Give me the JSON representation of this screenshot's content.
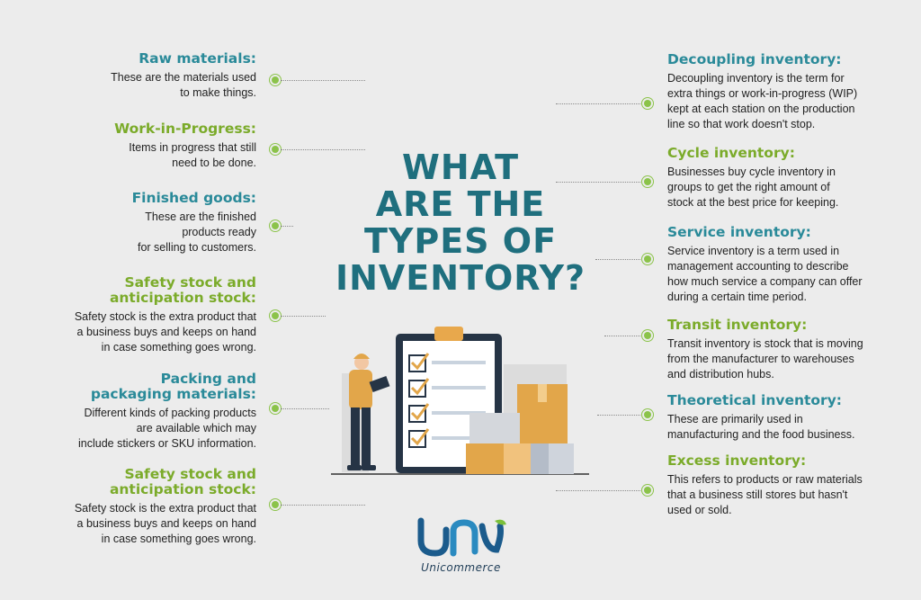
{
  "title": {
    "line1": "WHAT",
    "line2": "ARE THE",
    "line3": "TYPES OF",
    "line4": "INVENTORY?"
  },
  "colors": {
    "teal": "#2a8a99",
    "green": "#7bab2a",
    "title": "#1f6f7e",
    "dot": "#8bc34a",
    "box": "#e2a64a"
  },
  "left_items": [
    {
      "heading": "Raw materials:",
      "lines": [
        "These are the materials used",
        "to make things."
      ]
    },
    {
      "heading": "Work-in-Progress:",
      "lines": [
        "Items in progress that still",
        "need to be done."
      ]
    },
    {
      "heading": "Finished goods:",
      "lines": [
        "These are the finished",
        "products ready",
        "for selling to customers."
      ]
    },
    {
      "heading_lines": [
        "Safety stock and",
        "anticipation stock:"
      ],
      "lines": [
        "Safety stock is the extra product that",
        "a business buys and keeps on hand",
        "in case something goes wrong."
      ]
    },
    {
      "heading_lines": [
        "Packing and",
        "packaging materials:"
      ],
      "lines": [
        "Different kinds of packing products",
        "are available which may",
        "include stickers or SKU information."
      ]
    },
    {
      "heading_lines": [
        "Safety stock and",
        "anticipation stock:"
      ],
      "lines": [
        "Safety stock is the extra product that",
        "a business buys and keeps on hand",
        "in case something goes wrong."
      ]
    }
  ],
  "right_items": [
    {
      "heading": "Decoupling inventory:",
      "lines": [
        "Decoupling inventory is the term for",
        "extra things or work-in-progress (WIP)",
        "kept at each station on the production",
        "line so that work doesn't stop."
      ]
    },
    {
      "heading": "Cycle inventory:",
      "lines": [
        "Businesses buy cycle inventory in",
        "groups to get the right amount of",
        "stock at the best price for keeping."
      ]
    },
    {
      "heading": "Service inventory:",
      "lines": [
        "Service inventory is a term used in",
        "management accounting to describe",
        "how much service a company can offer",
        "during a certain time period."
      ]
    },
    {
      "heading": "Transit inventory:",
      "lines": [
        "Transit inventory is stock that is moving",
        "from the manufacturer to warehouses",
        "and distribution hubs."
      ]
    },
    {
      "heading": "Theoretical inventory:",
      "lines": [
        "These are primarily used in",
        "manufacturing and the food business."
      ]
    },
    {
      "heading": "Excess inventory:",
      "lines": [
        "This refers to products or raw materials",
        "that a business still stores but hasn't",
        "used or sold."
      ]
    }
  ],
  "logo": {
    "brand": "Unicommerce",
    "icon": "unicommerce-logo-mark"
  },
  "illustration": {
    "icon": "clipboard-checklist-worker-boxes-illustration",
    "checkmarks": 4
  }
}
